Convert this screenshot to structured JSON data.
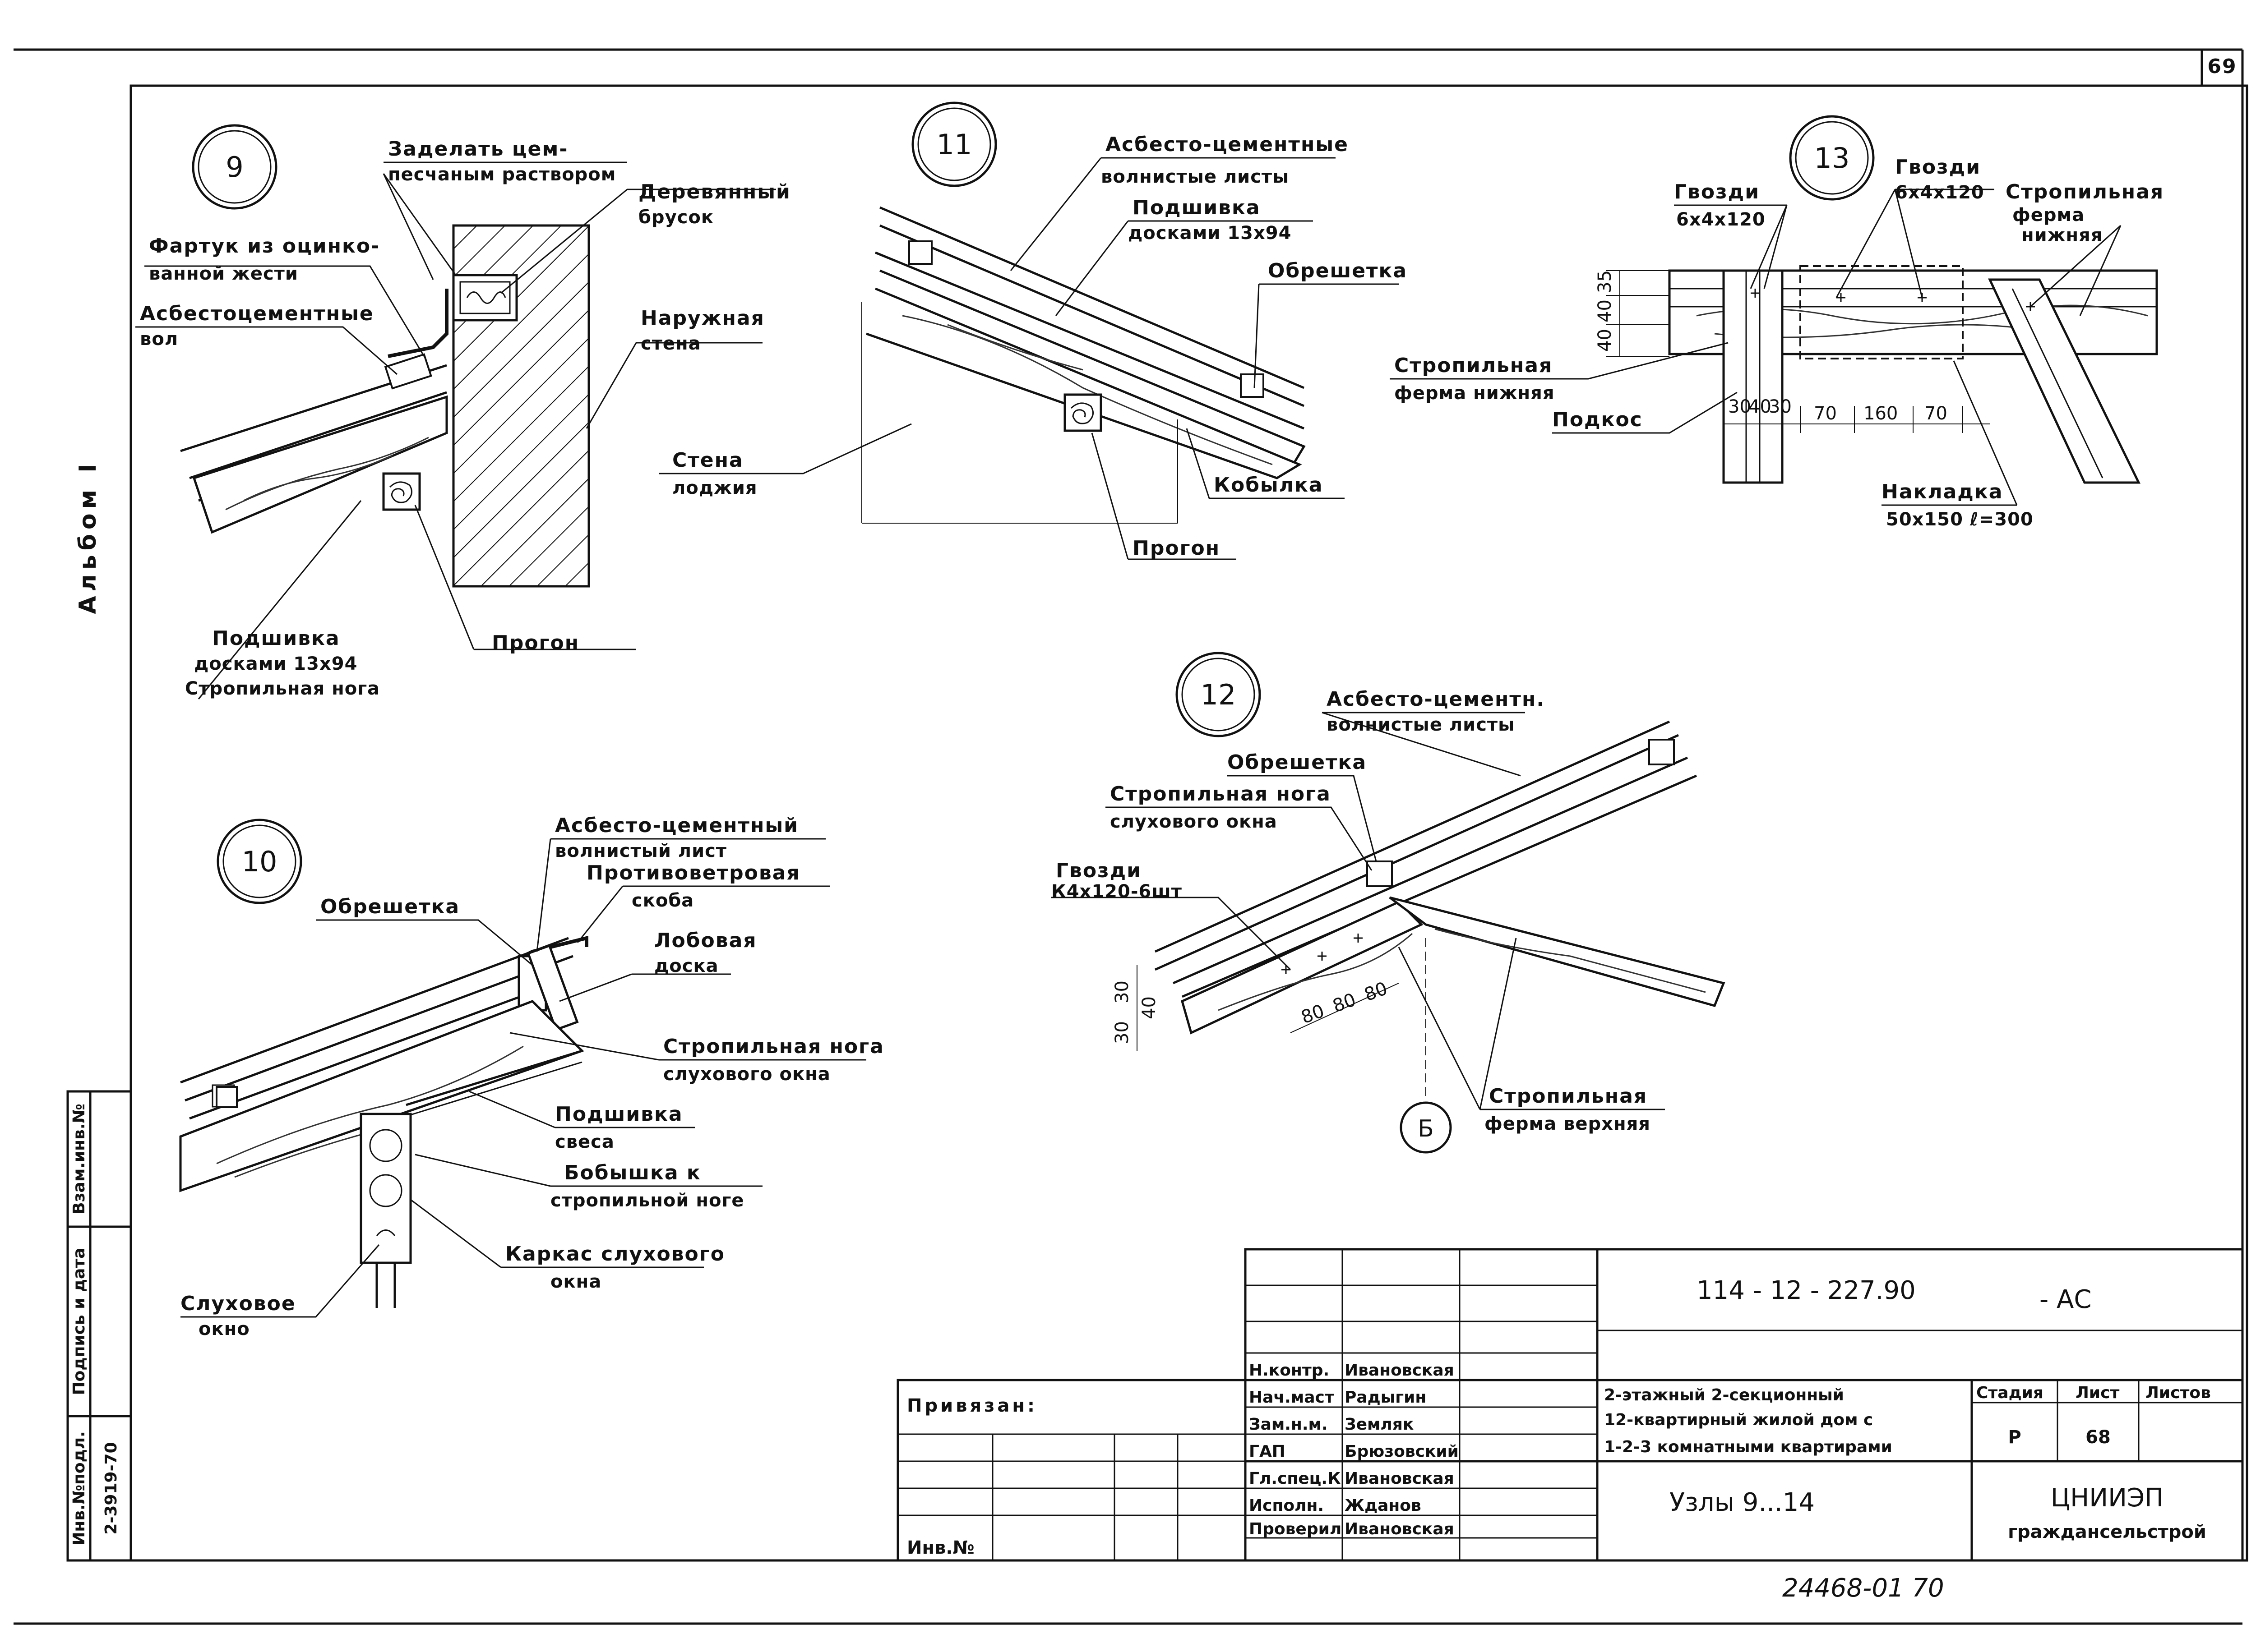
{
  "sheet": {
    "page_number": "69",
    "album_label": "Альбом I",
    "node9": {
      "number": "9",
      "label_seal": [
        "Заделать цем-",
        "песчаным раствором"
      ],
      "label_bar": [
        "Деревянный",
        "брусок"
      ],
      "label_apron": [
        "Фартук из оцинко-",
        "ванной жести"
      ],
      "label_sheets": [
        "Асбестоцементные",
        "вол"
      ],
      "label_wall": [
        "Наружная",
        "стена"
      ],
      "label_sheathing": [
        "Подшивка",
        "досками 13х94",
        "Стропильная нога"
      ],
      "label_purlin": "Прогон"
    },
    "node10": {
      "number": "10",
      "label_sheet": [
        "Асбесто-цементный",
        "волнистый лист"
      ],
      "label_bracket": [
        "Противоветровая",
        "скоба"
      ],
      "label_lath": "Обрешетка",
      "label_fascia": [
        "Лобовая",
        "доска"
      ],
      "label_rafter": [
        "Стропильная нога",
        "слухового окна"
      ],
      "label_soffit": [
        "Подшивка",
        "свеса"
      ],
      "label_boss": [
        "Бобышка к",
        "стропильной ноге"
      ],
      "label_frame": [
        "Каркас слухового",
        "окна"
      ],
      "label_window": [
        "Слуховое",
        "окно"
      ]
    },
    "node11": {
      "number": "11",
      "label_sheets": [
        "Асбесто-цементные",
        "волнистые листы"
      ],
      "label_sheathing": [
        "Подшивка",
        "досками 13х94"
      ],
      "label_lath": "Обрешетка",
      "label_wall": [
        "Стена",
        "лоджия"
      ],
      "label_bracket": "Кобылка",
      "label_purlin": "Прогон"
    },
    "node12": {
      "number": "12",
      "label_sheets": [
        "Асбесто-цементн.",
        "волнистые листы"
      ],
      "label_lath": "Обрешетка",
      "label_rafter": [
        "Стропильная нога",
        "слухового окна"
      ],
      "label_nails": [
        "Гвозди",
        "К4х120-6шт"
      ],
      "dims": [
        "80",
        "80",
        "80",
        "30",
        "40",
        "30"
      ],
      "section_mark": "Б",
      "label_truss": [
        "Стропильная",
        "ферма верхняя"
      ]
    },
    "node13": {
      "number": "13",
      "label_nails_a": [
        "Гвозди",
        "6х4х120"
      ],
      "label_nails_b": [
        "Гвозди",
        "6х4х120"
      ],
      "label_truss_lower_top": [
        "Стропильная",
        "ферма",
        "нижняя"
      ],
      "label_truss_lower": [
        "Стропильная",
        "ферма нижняя"
      ],
      "label_brace": "Подкос",
      "label_plate": [
        "Накладка",
        "50х150 ℓ=300"
      ],
      "dims_vertical": [
        "40",
        "40",
        "35"
      ],
      "dims_horizontal": [
        "30",
        "40",
        "30",
        "70",
        "160",
        "70"
      ]
    },
    "side_stamp": {
      "col1": "Инв.№подл.",
      "col2": "Подпись и дата",
      "col3": "Взам.инв.№",
      "inv_number": "2-3919-70"
    },
    "title_block": {
      "bound_label": "Привязан:",
      "inv_label": "Инв.№",
      "code": "114 - 12 - 227.90",
      "code_suffix": "- АС",
      "roles": [
        {
          "role": "Н.контр.",
          "name": "Ивановская"
        },
        {
          "role": "Нач.маст",
          "name": "Радыгин"
        },
        {
          "role": "Зам.н.м.",
          "name": "Земляк"
        },
        {
          "role": "ГАП",
          "name": "Брюзовский"
        },
        {
          "role": "Гл.спец.К",
          "name": "Ивановская"
        },
        {
          "role": "Исполн.",
          "name": "Жданов"
        },
        {
          "role": "Проверил",
          "name": "Ивановская"
        }
      ],
      "description": [
        "2-этажный 2-секционный",
        "12-квартирный жилой дом с",
        "1-2-3 комнатными квартирами"
      ],
      "sheet_title": "Узлы 9...14",
      "stage_header": "Стадия",
      "sheet_header": "Лист",
      "sheets_header": "Листов",
      "stage": "Р",
      "sheet_no": "68",
      "org": "ЦНИИЭП",
      "org_sub": "граждансельстрой",
      "footer_number": "24468-01 70"
    }
  }
}
